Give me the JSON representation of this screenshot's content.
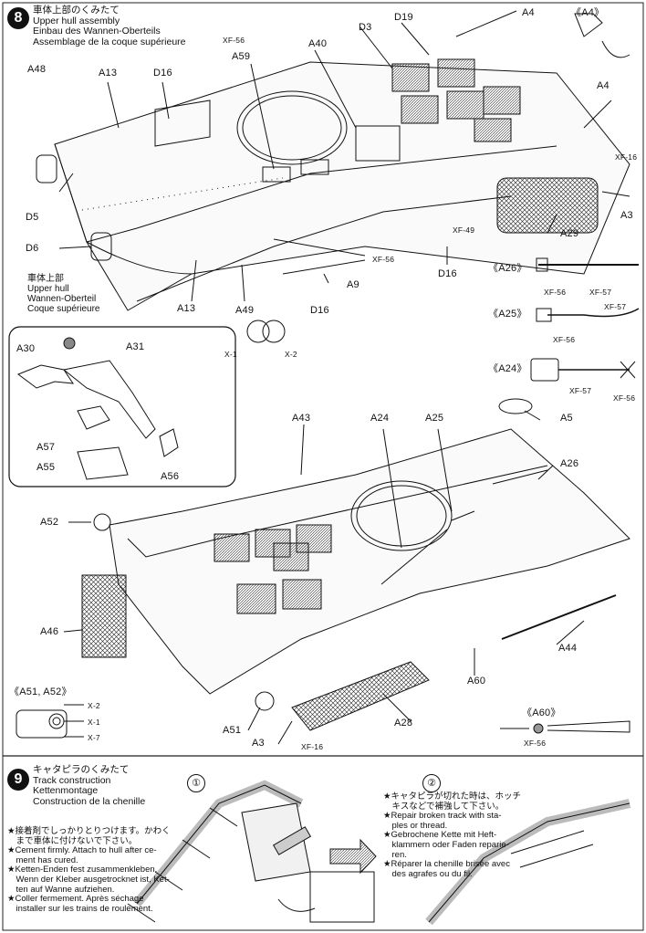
{
  "step8": {
    "number": "8",
    "title_ja": "車体上部のくみたて",
    "title_en": "Upper hull assembly",
    "title_de": "Einbau des Wannen-Oberteils",
    "title_fr": "Assemblage de la coque supérieure",
    "hull_label": [
      "車体上部",
      "Upper hull",
      "Wannen-Oberteil",
      "Coque supérieure"
    ],
    "sub_a4": "《A4》",
    "sub_a26": "《A26》",
    "sub_a25": "《A25》",
    "sub_a24": "《A24》",
    "sub_a51_a52": "《A51, A52》",
    "sub_a60": "《A60》",
    "parts_top": {
      "a48": "A48",
      "a13a": "A13",
      "d16a": "D16",
      "a59": "A59",
      "xf56a": "XF-56",
      "a40": "A40",
      "d3": "D3",
      "d19": "D19",
      "a4a": "A4",
      "a4b": "A4",
      "xf16a": "XF-16",
      "a3a": "A3",
      "a29": "A29",
      "xf49": "XF-49",
      "d16b": "D16",
      "d5": "D5",
      "d6": "D6",
      "a13b": "A13",
      "a49": "A49",
      "xf56b": "XF-56",
      "a9": "A9",
      "d16c": "D16",
      "x1": "X-1",
      "x2": "X-2"
    },
    "parts_side": {
      "xf56c": "XF-56",
      "xf57a": "XF-57",
      "xf57b": "XF-57",
      "xf56d": "XF-56",
      "xf57c": "XF-57",
      "xf56e": "XF-56"
    },
    "parts_inset": {
      "a30": "A30",
      "a31": "A31",
      "a57": "A57",
      "a55": "A55",
      "a56": "A56"
    },
    "parts_lower": {
      "a43": "A43",
      "a24": "A24",
      "a25": "A25",
      "a5": "A5",
      "a26": "A26",
      "a52": "A52",
      "a46": "A46",
      "a44": "A44",
      "a60": "A60",
      "a51": "A51",
      "a28": "A28",
      "a3b": "A3",
      "xf16b": "XF-16",
      "x2b": "X-2",
      "x1b": "X-1",
      "x7": "X-7",
      "xf56f": "XF-56"
    }
  },
  "step9": {
    "number": "9",
    "title_ja": "キャタピラのくみたて",
    "title_en": "Track construction",
    "title_de": "Kettenmontage",
    "title_fr": "Construction de la chenille",
    "sub1": "①",
    "sub2": "②",
    "note_left": "★接着剤でしっかりとりつけます。かわく\n　まで車体に付けないで下さい。\n★Cement firmly. Attach to hull after ce-\n　ment has cured.\n★Ketten-Enden fest zusammenkleben.\n　Wenn der Kleber ausgetrocknet ist, Ket-\n　ten auf Wanne aufziehen.\n★Coller fermement. Après séchage\n　installer sur les trains de roulement.",
    "note_right": "★キャタピラが切れた時は、ホッチ\n　キスなどで補強して下さい。\n★Repair broken track with sta-\n　ples or thread.\n★Gebrochene Kette mit Heft-\n　klammern oder Faden reparie-\n　ren.\n★Réparer la chenille brisée avec\n　des agrafes ou du fil."
  }
}
